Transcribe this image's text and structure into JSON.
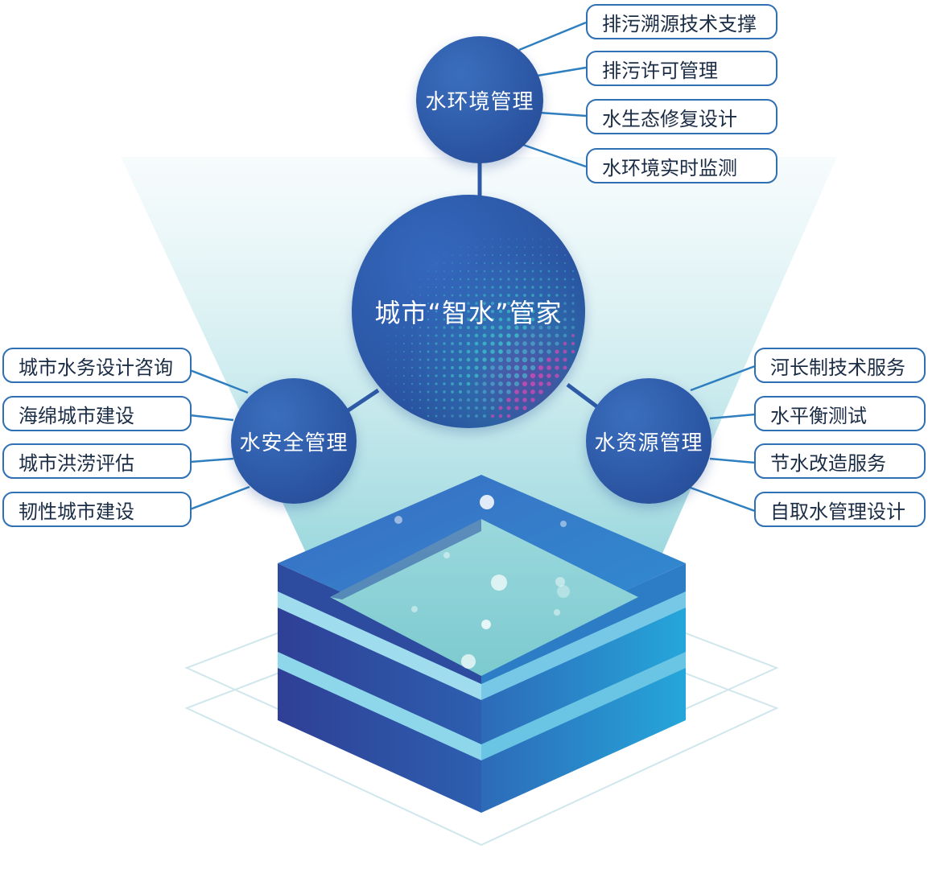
{
  "hub": {
    "title": "城市“智水”管家"
  },
  "nodes": {
    "top": {
      "title": "水环境管理",
      "items": [
        "排污溯源技术支撑",
        "排污许可管理",
        "水生态修复设计",
        "水环境实时监测"
      ]
    },
    "left": {
      "title": "水安全管理",
      "items": [
        "城市水务设计咨询",
        "海绵城市建设",
        "城市洪涝评估",
        "韧性城市建设"
      ]
    },
    "right": {
      "title": "水资源管理",
      "items": [
        "河长制技术服务",
        "水平衡测试",
        "节水改造服务",
        "自取水管理设计"
      ]
    },
    "colors": {
      "primary": "#2c5aa5",
      "light": "#3a7cc7",
      "accent": "#2aa0d8",
      "beam": "#7fcfd6"
    }
  }
}
